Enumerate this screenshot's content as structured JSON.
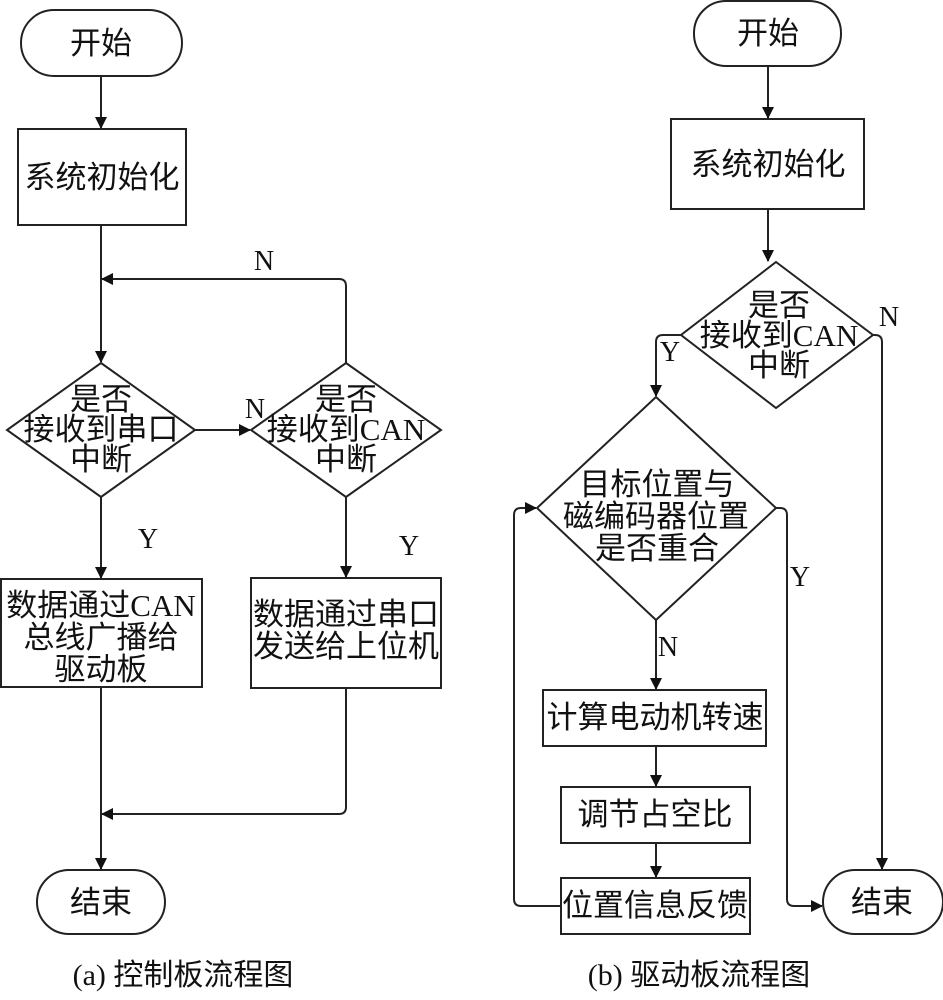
{
  "panels": {
    "a": {
      "caption": "(a) 控制板流程图",
      "nodes": {
        "start": "开始",
        "init": "系统初始化",
        "check_serial": [
          "是否",
          "接收到串口",
          "中断"
        ],
        "check_can": [
          "是否",
          "接收到CAN",
          "中断"
        ],
        "broadcast_can": [
          "数据通过CAN",
          "总线广播给",
          "驱动板"
        ],
        "send_serial": [
          "数据通过串口",
          "发送给上位机"
        ],
        "end": "结束"
      },
      "edge_labels": {
        "serial_no": "N",
        "serial_yes": "Y",
        "can_no": "N",
        "can_yes": "Y"
      }
    },
    "b": {
      "caption": "(b) 驱动板流程图",
      "nodes": {
        "start": "开始",
        "init": "系统初始化",
        "check_can": [
          "是否",
          "接收到CAN",
          "中断"
        ],
        "check_position": [
          "目标位置与",
          "磁编码器位置",
          "是否重合"
        ],
        "calc_speed": "计算电动机转速",
        "adjust_duty": "调节占空比",
        "feedback": "位置信息反馈",
        "end": "结束"
      },
      "edge_labels": {
        "can_yes": "Y",
        "can_no": "N",
        "position_yes": "Y",
        "position_no": "N"
      }
    }
  }
}
